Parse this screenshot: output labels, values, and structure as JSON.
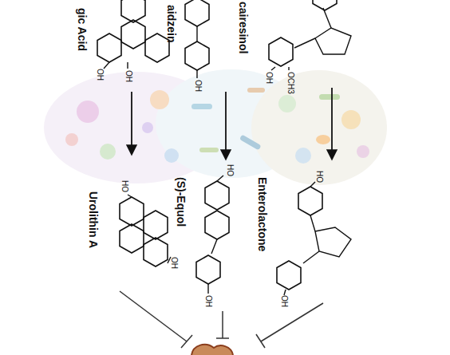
{
  "diagram": {
    "labels": [
      "gic Acid",
      "aidzein",
      "cairesinol",
      "OH",
      "OH",
      "OH",
      "OH",
      "OCH3",
      "HO",
      "OH",
      "HO",
      "OH",
      "HO",
      "OH",
      "Urolithin A",
      "(S)-Equol",
      "Enterolactone"
    ]
  }
}
